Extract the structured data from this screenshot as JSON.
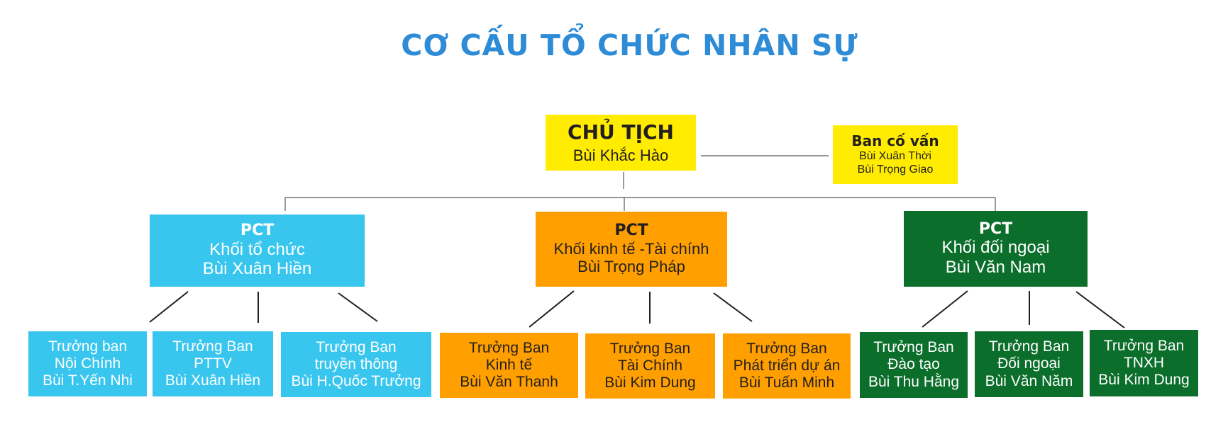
{
  "title": "CƠ CẤU TỔ CHỨC NHÂN SỰ",
  "colors": {
    "title": "#2e8bd6",
    "chairman": "#ffec00",
    "organization": "#38c6ef",
    "economic": "#ff9f00",
    "external": "#0b6e2b",
    "connector": "#595959"
  },
  "chairman": {
    "title": "CHỦ TỊCH",
    "name": "Bùi Khắc Hào"
  },
  "advisory": {
    "title": "Ban cố vấn",
    "members": [
      "Bùi Xuân Thời",
      "Bùi Trọng Giao"
    ]
  },
  "divisions": [
    {
      "label": "PCT",
      "unit": "Khối tổ chức",
      "name": "Bùi Xuân Hiền",
      "heads": [
        {
          "role": "Trưởng ban",
          "dept": "Nội Chính",
          "name": "Bùi T.Yến Nhi"
        },
        {
          "role": "Trưởng Ban",
          "dept": "PTTV",
          "name": "Bùi Xuân Hiền"
        },
        {
          "role": "Trưởng Ban",
          "dept": "truyền thông",
          "name": "Bùi H.Quốc Trưởng"
        }
      ]
    },
    {
      "label": "PCT",
      "unit": "Khối kinh tế -Tài chính",
      "name": "Bùi Trọng Pháp",
      "heads": [
        {
          "role": "Trưởng Ban",
          "dept": "Kinh tế",
          "name": "Bùi Văn Thanh"
        },
        {
          "role": "Trưởng Ban",
          "dept": "Tài Chính",
          "name": "Bùi Kim Dung"
        },
        {
          "role": "Trưởng Ban",
          "dept": "Phát triển dự án",
          "name": "Bùi Tuấn Minh"
        }
      ]
    },
    {
      "label": "PCT",
      "unit": "Khối đối ngoại",
      "name": "Bùi Văn Nam",
      "heads": [
        {
          "role": "Trưởng Ban",
          "dept": "Đào tạo",
          "name": "Bùi Thu Hằng"
        },
        {
          "role": "Trưởng Ban",
          "dept": "Đối ngoại",
          "name": "Bùi Văn Năm"
        },
        {
          "role": "Trưởng Ban",
          "dept": "TNXH",
          "name": "Bùi Kim Dung"
        }
      ]
    }
  ]
}
